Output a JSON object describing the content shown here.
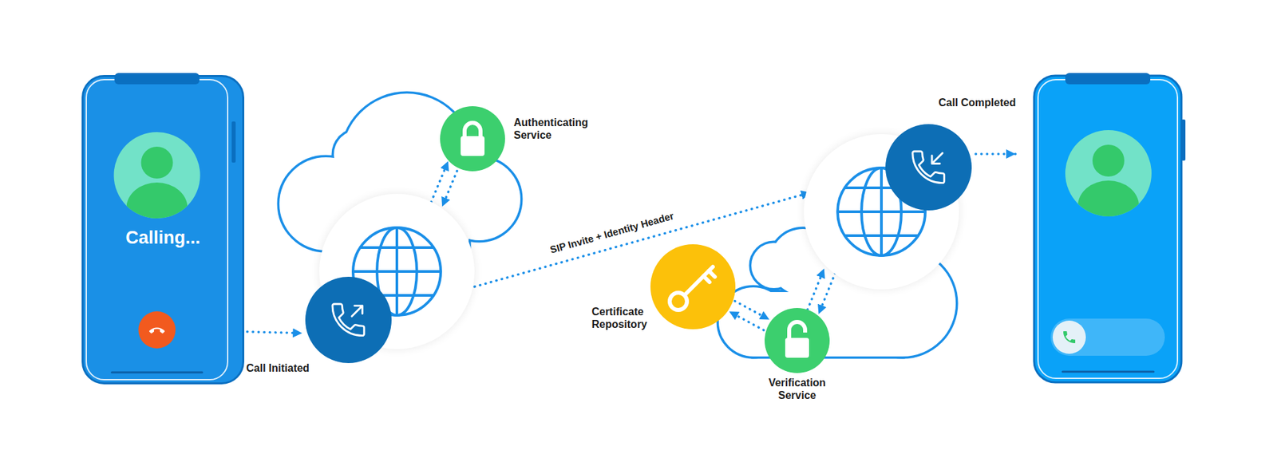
{
  "diagram": {
    "nodes": [
      {
        "text": [
          "Calling..."
        ]
      },
      {
        "text": [
          "Call Initiated"
        ]
      },
      {
        "text": [
          "Authenticating Service"
        ]
      },
      {
        "text": [
          "Certificate Repository"
        ]
      },
      {
        "text": [
          "Verification Service"
        ]
      },
      {
        "text": [
          "Call Completed"
        ]
      }
    ],
    "edges": [
      {
        "from": 0,
        "to": 1,
        "arrow": "to"
      },
      {
        "from": 1,
        "to": 2,
        "arrow": "both"
      },
      {
        "from": 1,
        "to": 5,
        "arrow": "to",
        "label": "SIP Invite + Identity Header"
      },
      {
        "from": 3,
        "to": 4,
        "arrow": "both"
      },
      {
        "from": 4,
        "to": 5,
        "arrow": "both"
      }
    ]
  }
}
